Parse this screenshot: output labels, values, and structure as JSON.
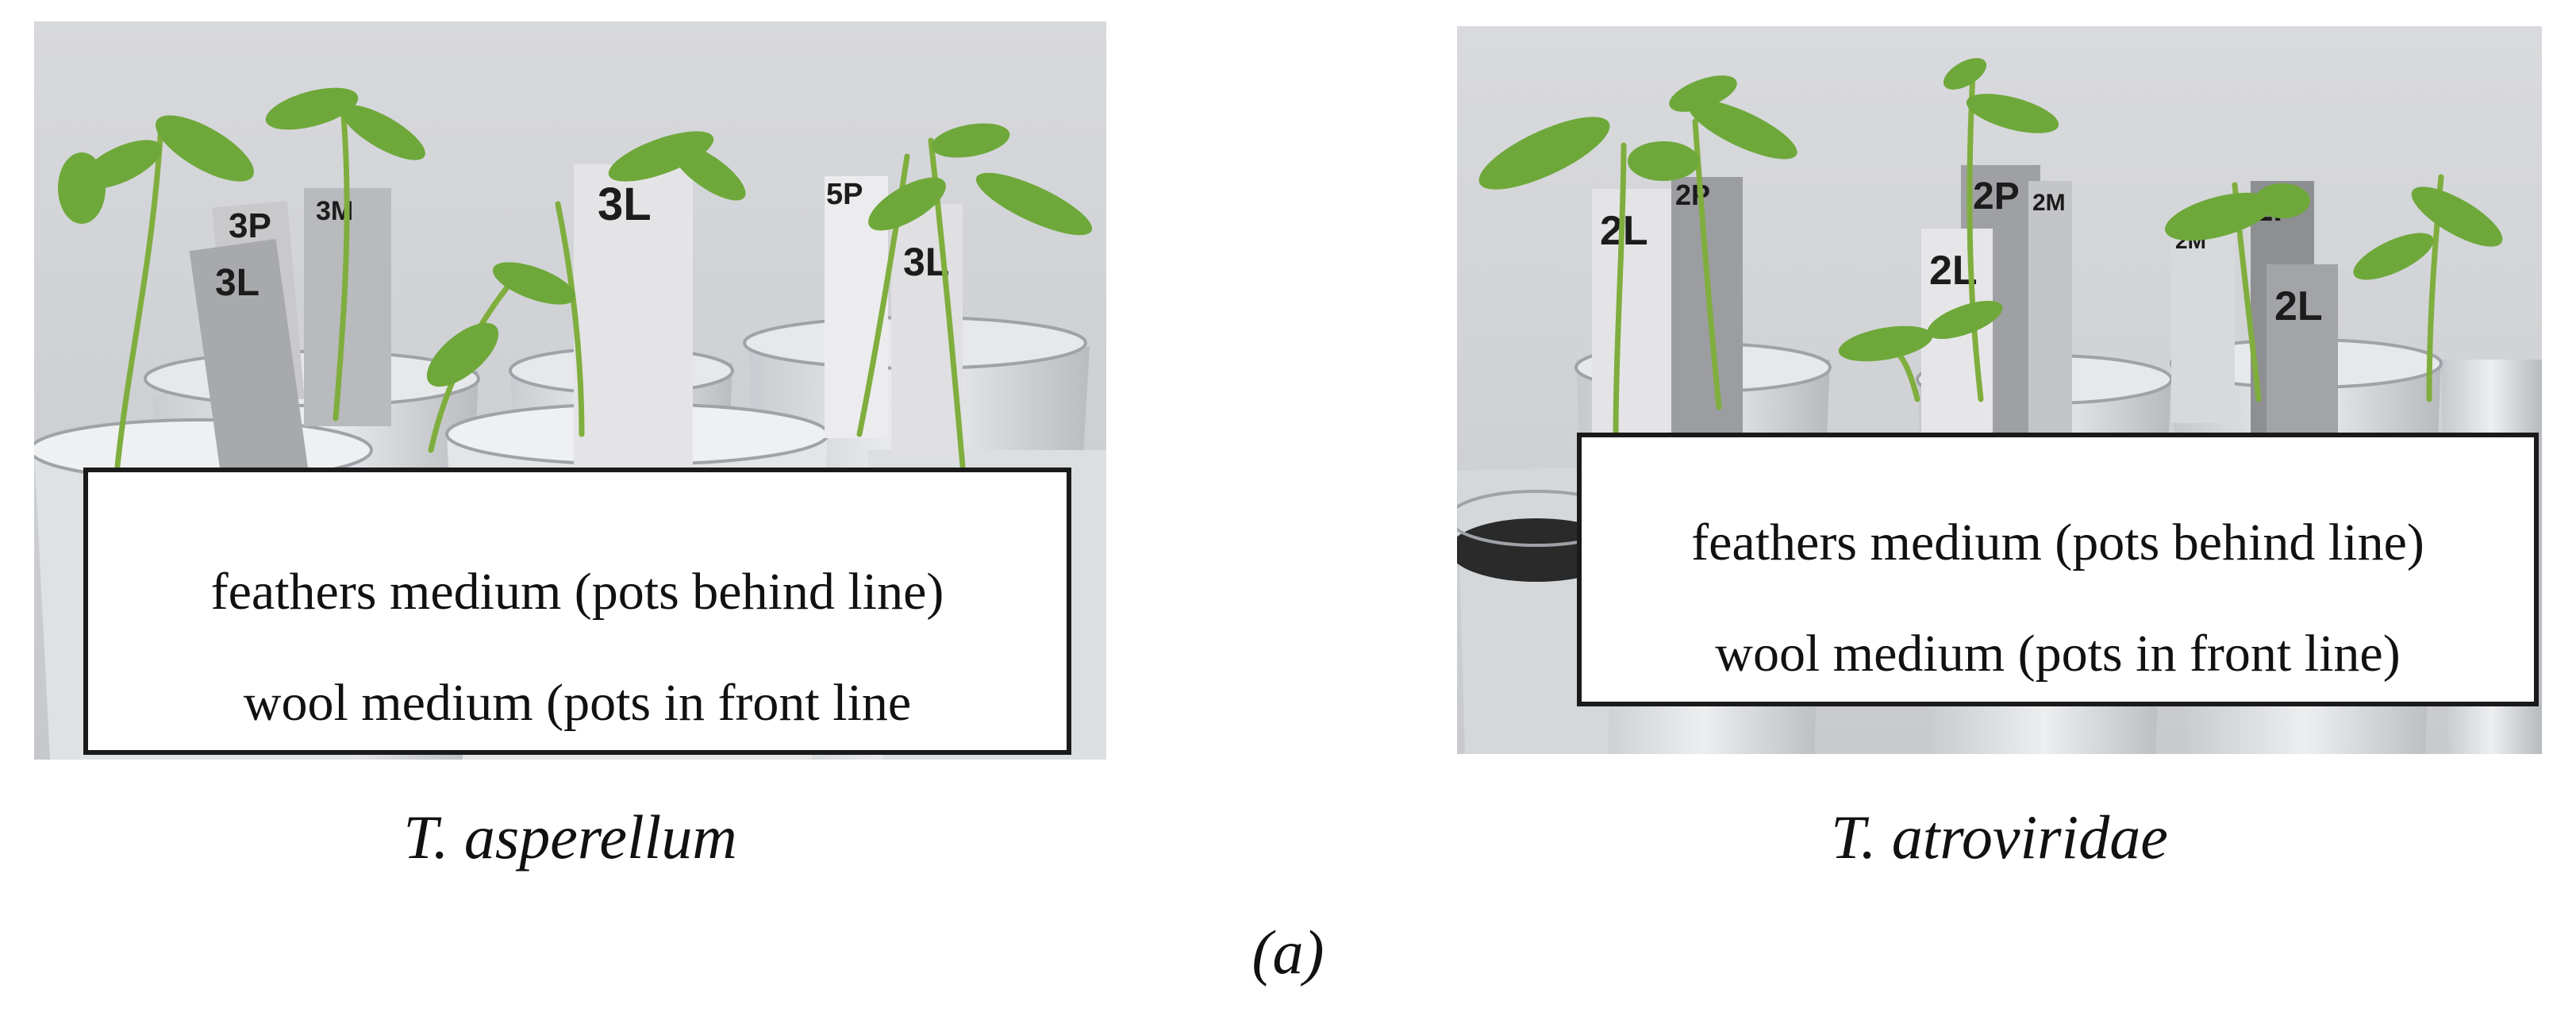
{
  "panels": [
    {
      "caption": "T. asperellum",
      "legend": {
        "line1": "feathers medium (pots behind line)",
        "line2": "wool medium (pots in front line"
      },
      "tags": [
        "3P",
        "3M",
        "3L",
        "3L",
        "5P",
        "3L"
      ]
    },
    {
      "caption": "T. atroviridae",
      "legend": {
        "line1": "feathers medium (pots behind line)",
        "line2": "wool medium (pots in front line)"
      },
      "tags": [
        "2L",
        "2P",
        "2P",
        "2M",
        "2L",
        "2M",
        "2P",
        "2L"
      ]
    }
  ],
  "figure_label": "(a)"
}
